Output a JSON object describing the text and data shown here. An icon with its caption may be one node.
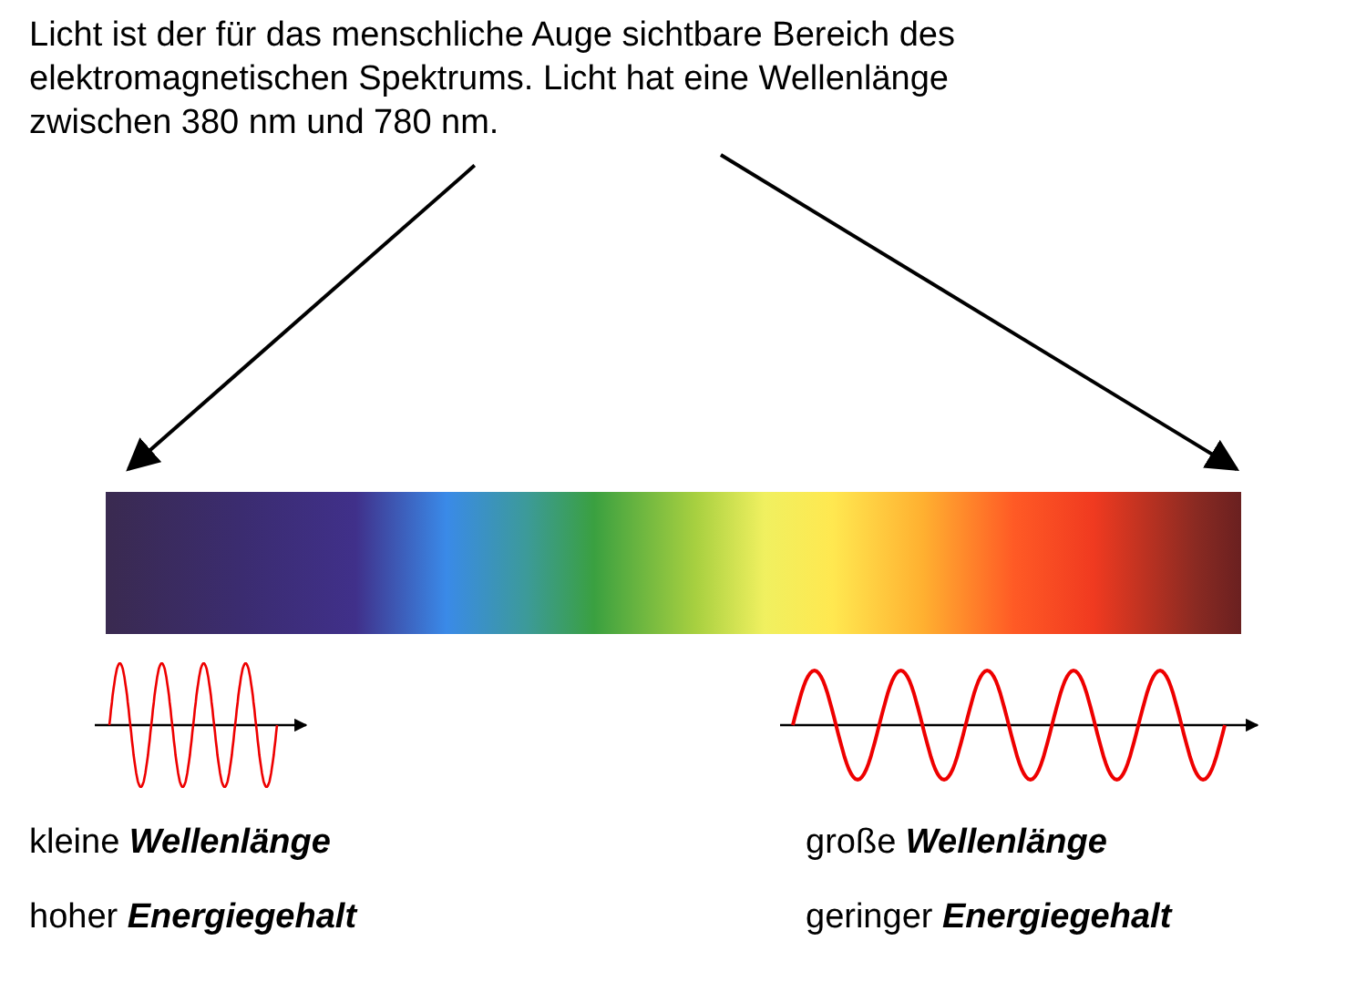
{
  "diagram": {
    "nodes": [
      {
        "text": [
          "Licht ist der für das menschliche Auge sichtbare Bereich des elektromagnetischen Spektrums. Licht hat eine Wellenlänge zwischen 380 nm und 780 nm."
        ]
      },
      {
        "text": [],
        "shape": "bar"
      }
    ],
    "edges": [
      {
        "from": 0,
        "to": 1,
        "arrow": "to"
      },
      {
        "from": 0,
        "to": 1,
        "arrow": "to"
      }
    ],
    "labels": [
      "kleine **Wellenlänge**",
      "hoher **Energiegehalt**",
      "große **Wellenlänge**",
      "geringer **Energiegehalt**"
    ]
  }
}
